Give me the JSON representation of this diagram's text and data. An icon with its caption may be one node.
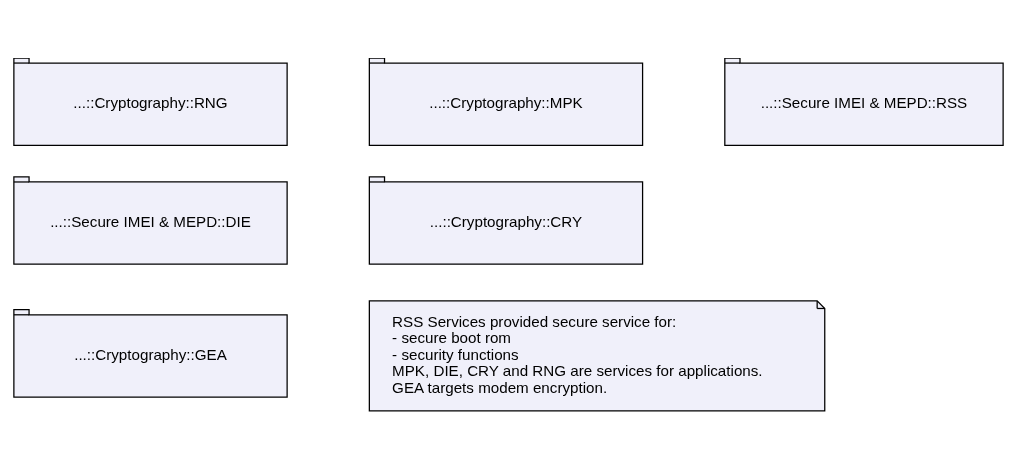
{
  "diagram": {
    "nodes": [
      {
        "text": [
          "...::Cryptography::RNG"
        ]
      },
      {
        "text": [
          "...::Cryptography::MPK"
        ]
      },
      {
        "text": [
          "...::Secure IMEI & MEPD::RSS"
        ]
      },
      {
        "text": [
          "...::Secure IMEI & MEPD::DIE"
        ]
      },
      {
        "text": [
          "...::Cryptography::CRY"
        ]
      },
      {
        "text": [
          "...::Cryptography::GEA"
        ]
      },
      {
        "text": [
          "RSS Services provided secure service for:",
          "- secure boot rom",
          "- security functions",
          "MPK, DIE, CRY and RNG are services for applications.",
          "GEA targets modem encryption."
        ]
      }
    ],
    "edges": []
  }
}
